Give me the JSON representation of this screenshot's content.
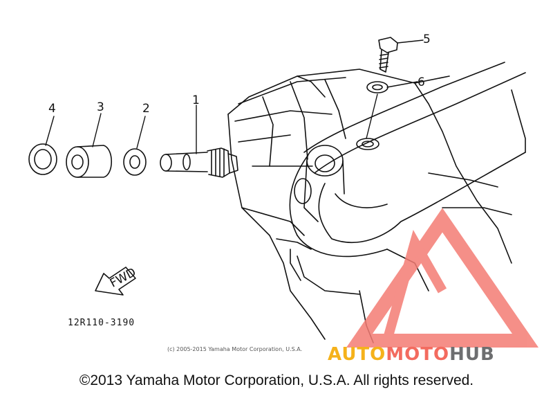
{
  "diagram": {
    "callouts": [
      "1",
      "2",
      "3",
      "4",
      "5",
      "6"
    ],
    "part_code": "12R110-3190",
    "arrow_label": "FWD",
    "inner_watermark": "(c) 2005-2015 Yamaha Motor Corporation, U.S.A.",
    "line_color": "#111111"
  },
  "branding": {
    "logo_part1": "AUTO",
    "logo_part2": "MOTO",
    "logo_part3": "HUB",
    "color_auto": "#f5b21b",
    "color_moto": "#f36b5f",
    "color_hub": "#6d6e70",
    "triangle_color": "#f47c74"
  },
  "footer": {
    "copyright": "©2013 Yamaha Motor Corporation, U.S.A. All rights reserved."
  }
}
